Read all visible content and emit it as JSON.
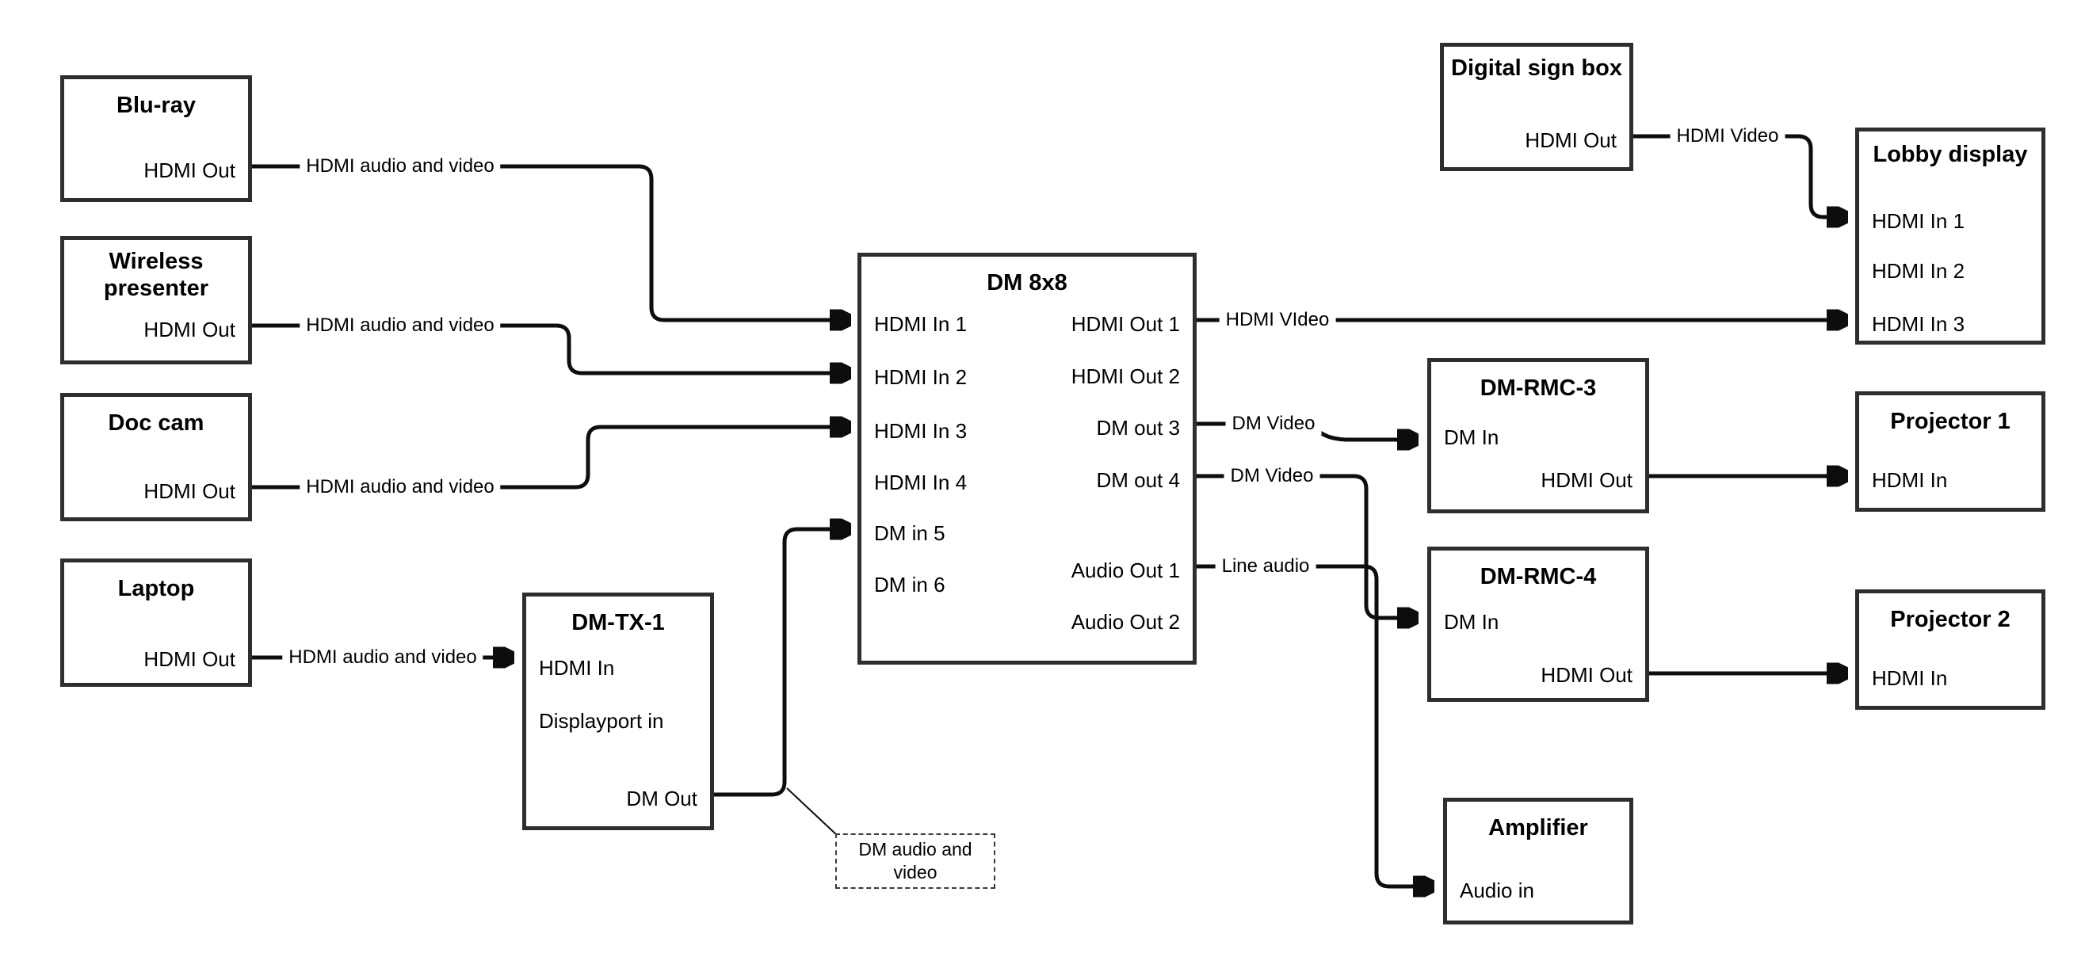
{
  "nodes": {
    "bluray": {
      "title": "Blu-ray",
      "ports": {
        "hdmi_out": "HDMI Out"
      }
    },
    "wireless_presenter": {
      "title": "Wireless presenter",
      "ports": {
        "hdmi_out": "HDMI Out"
      }
    },
    "doc_cam": {
      "title": "Doc cam",
      "ports": {
        "hdmi_out": "HDMI Out"
      }
    },
    "laptop": {
      "title": "Laptop",
      "ports": {
        "hdmi_out": "HDMI Out"
      }
    },
    "dm_tx_1": {
      "title": "DM-TX-1",
      "ports": {
        "hdmi_in": "HDMI In",
        "displayport_in": "Displayport in",
        "dm_out": "DM Out"
      }
    },
    "dm_8x8": {
      "title": "DM 8x8",
      "ports": {
        "hdmi_in_1": "HDMI In 1",
        "hdmi_in_2": "HDMI In 2",
        "hdmi_in_3": "HDMI In 3",
        "hdmi_in_4": "HDMI In 4",
        "dm_in_5": "DM in 5",
        "dm_in_6": "DM in 6",
        "hdmi_out_1": "HDMI Out 1",
        "hdmi_out_2": "HDMI Out 2",
        "dm_out_3": "DM out 3",
        "dm_out_4": "DM out 4",
        "audio_out_1": "Audio Out 1",
        "audio_out_2": "Audio Out 2"
      }
    },
    "digital_sign_box": {
      "title": "Digital sign box",
      "ports": {
        "hdmi_out": "HDMI Out"
      }
    },
    "lobby_display": {
      "title": "Lobby display",
      "ports": {
        "hdmi_in_1": "HDMI In 1",
        "hdmi_in_2": "HDMI In 2",
        "hdmi_in_3": "HDMI In 3"
      }
    },
    "dm_rmc_3": {
      "title": "DM-RMC-3",
      "ports": {
        "dm_in": "DM In",
        "hdmi_out": "HDMI Out"
      }
    },
    "projector_1": {
      "title": "Projector 1",
      "ports": {
        "hdmi_in": "HDMI In"
      }
    },
    "dm_rmc_4": {
      "title": "DM-RMC-4",
      "ports": {
        "dm_in": "DM In",
        "hdmi_out": "HDMI Out"
      }
    },
    "projector_2": {
      "title": "Projector 2",
      "ports": {
        "hdmi_in": "HDMI In"
      }
    },
    "amplifier": {
      "title": "Amplifier",
      "ports": {
        "audio_in": "Audio in"
      }
    }
  },
  "connections": {
    "bluray_to_dm8x8_in1": {
      "label": "HDMI audio and video"
    },
    "wireless_to_dm8x8_in2": {
      "label": "HDMI audio and video"
    },
    "doccam_to_dm8x8_in3": {
      "label": "HDMI audio and video"
    },
    "laptop_to_dmtx1": {
      "label": "HDMI audio and video"
    },
    "dm8x8_out1_to_lobby_in3": {
      "label": "HDMI VIdeo"
    },
    "dm8x8_out3_to_rmc3": {
      "label": "DM Video"
    },
    "dm8x8_out4_to_rmc4": {
      "label": "DM Video"
    },
    "dm8x8_audio1_to_amp": {
      "label": "Line audio"
    },
    "digitalsign_to_lobby_in1": {
      "label": "HDMI Video"
    }
  },
  "callout": {
    "text": "DM audio and video"
  },
  "colors": {
    "wire": "#0d0d0d",
    "box_border": "#2e2e2e",
    "background": "#ffffff",
    "text": "#000000"
  }
}
